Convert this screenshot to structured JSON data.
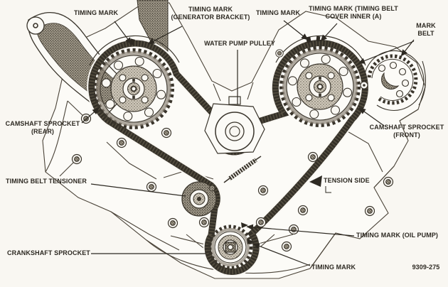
{
  "figure": {
    "type": "engine-timing-belt-diagram",
    "code": "9309-275",
    "colors": {
      "paper": "#f9f7f2",
      "ink": "#2d2922",
      "stipple_light": "#cfc8ba",
      "stipple_dark": "#a19a8b",
      "belt": "#343028"
    }
  },
  "labels": {
    "timing_mark_rear": "TIMING MARK",
    "timing_mark_generator_bracket": "TIMING MARK\n(GENERATOR BRACKET)",
    "timing_mark_front": "TIMING MARK",
    "timing_mark_cover_inner": "TIMING MARK (TIMING BELT\nCOVER INNER (A)",
    "mark_belt": "MARK\nBELT",
    "water_pump_pulley": "WATER PUMP PULLEY",
    "camshaft_sprocket_rear": "CAMSHAFT SPROCKET\n(REAR)",
    "camshaft_sprocket_front": "CAMSHAFT SPROCKET\n(FRONT)",
    "timing_belt_tensioner": "TIMING BELT TENSIONER",
    "tension_side": "TENSION SIDE",
    "timing_mark_oil_pump": "TIMING MARK (OIL PUMP)",
    "crankshaft_sprocket": "CRANKSHAFT SPROCKET",
    "timing_mark_crankshaft": "TIMING MARK",
    "figure_code": "9309-275"
  }
}
